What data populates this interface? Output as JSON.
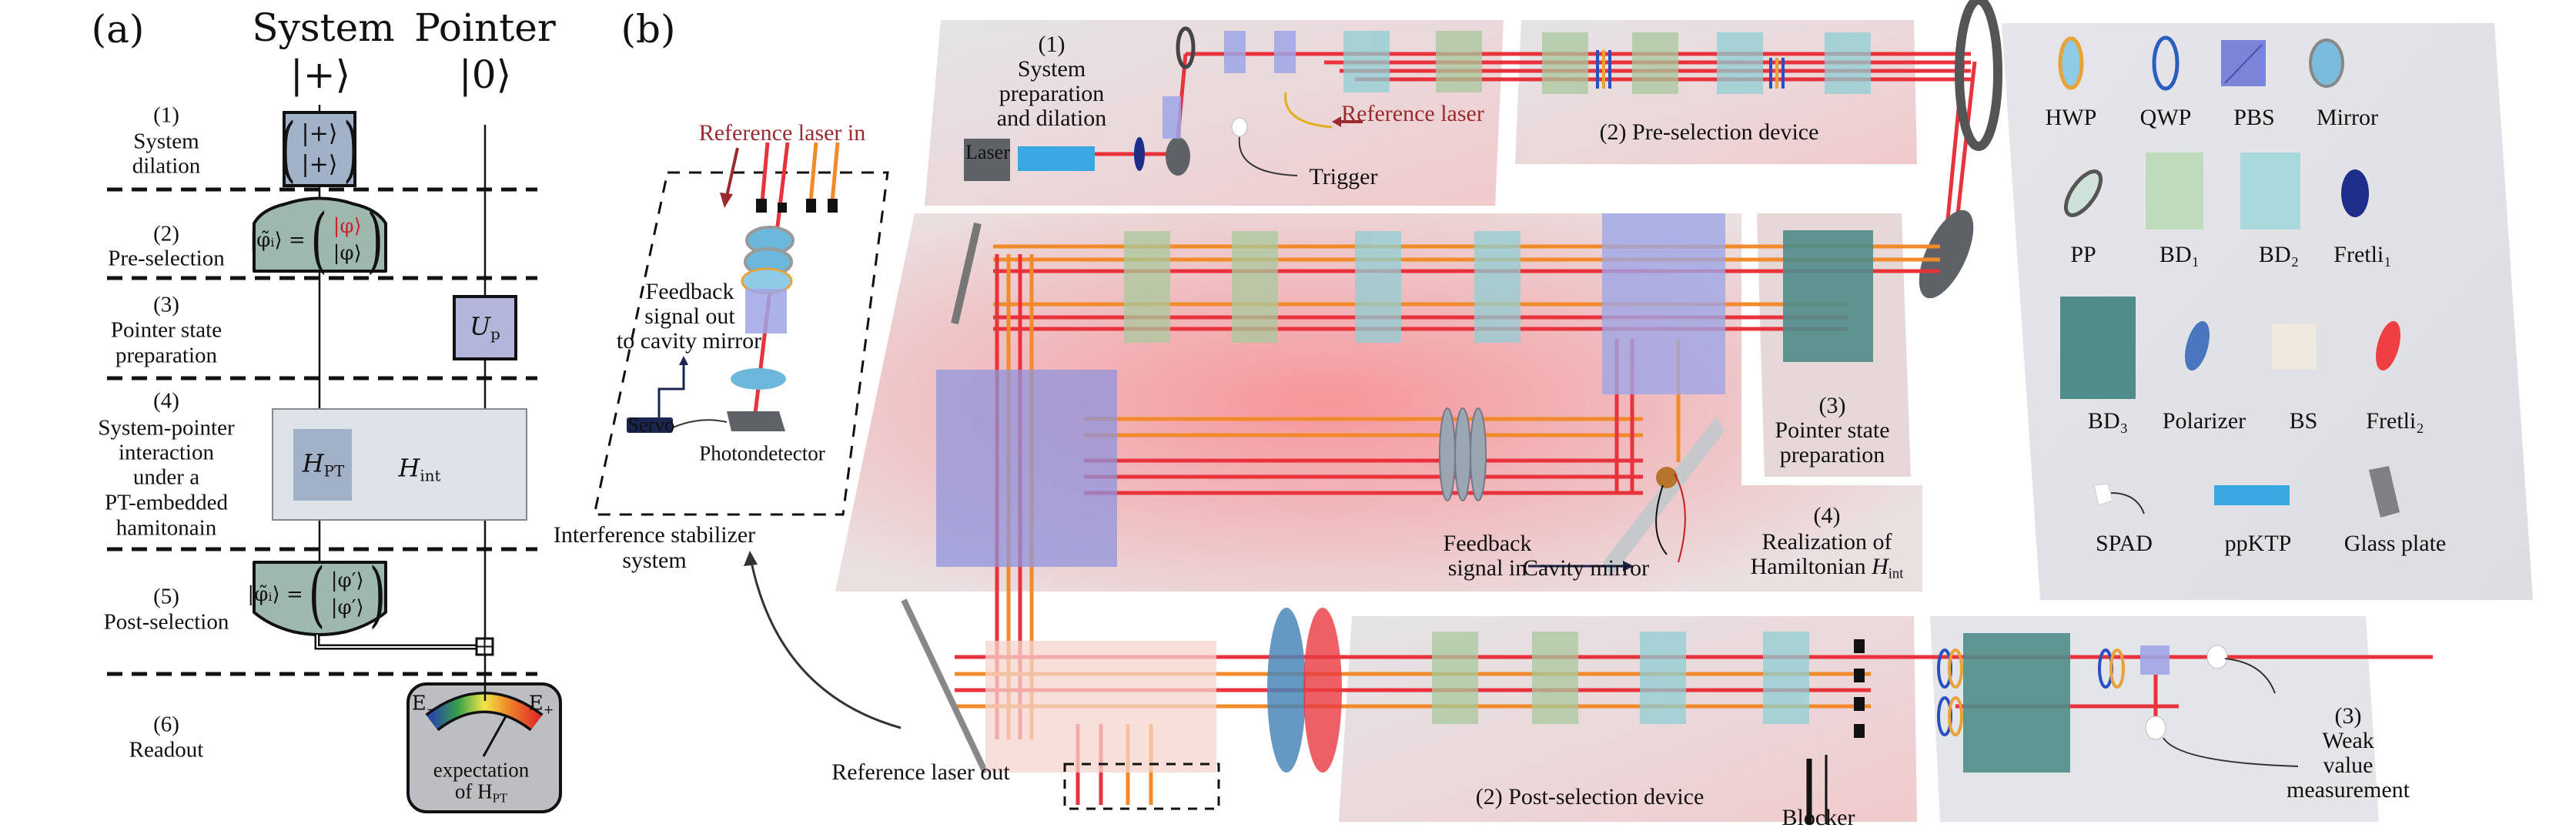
{
  "panel_a": {
    "label": "(a)",
    "columns": [
      {
        "title": "System",
        "ket": "|+⟩"
      },
      {
        "title": "Pointer",
        "ket": "|0⟩"
      }
    ],
    "steps": [
      {
        "num": "(1)",
        "lines": [
          "System",
          "dilation"
        ]
      },
      {
        "num": "(2)",
        "lines": [
          "Pre-selection"
        ]
      },
      {
        "num": "(3)",
        "lines": [
          "Pointer state",
          "preparation"
        ]
      },
      {
        "num": "(4)",
        "lines": [
          "System-pointer",
          "interaction",
          "under a",
          "PT-embedded",
          "hamitonain"
        ]
      },
      {
        "num": "(5)",
        "lines": [
          "Post-selection"
        ]
      },
      {
        "num": "(6)",
        "lines": [
          "Readout"
        ]
      }
    ],
    "gates": {
      "dilation": {
        "top": "|+⟩",
        "bottom": "|+⟩",
        "color": "#a1b1c8"
      },
      "preselection": {
        "lhs": "|φ̃ᵢ⟩ =",
        "top": "|φ⟩",
        "bottom": "|φ⟩",
        "top_color": "#d0202a",
        "color": "#9fb8ad"
      },
      "pointer_prep": {
        "symbol": "U",
        "sub": "p",
        "color": "#b3b6da"
      },
      "interaction": {
        "inner_symbol": "H",
        "inner_sub": "PT",
        "outer_symbol": "H",
        "outer_sub": "int",
        "inner_color": "#a1b1c8",
        "outer_color": "#dde3e8"
      },
      "postselection": {
        "lhs": "|φ̃ᵢ⟩ =",
        "top": "|φ′⟩",
        "bottom": "|φ′⟩",
        "color": "#9fb8ad"
      },
      "meter": {
        "left": "E",
        "left_sub": "−",
        "right": "E",
        "right_sub": "+",
        "caption_line1": "expectation",
        "caption_line2": "of H",
        "caption_sub": "PT",
        "color": "#bcbec2"
      }
    }
  },
  "panel_b": {
    "label": "(b)",
    "stabilizer": {
      "reference_in": "Reference laser in",
      "feedback_out": [
        "Feedback",
        "signal out",
        "to cavity mirror"
      ],
      "servo": "Servo",
      "photodetector": "Photondetector",
      "caption": [
        "Interference stabilizer",
        "system"
      ]
    },
    "reference_out": "Reference laser out",
    "system_prep": {
      "lines": [
        "(1)",
        "System",
        "preparation",
        "and dilation"
      ],
      "laser": "Laser",
      "trigger": "Trigger",
      "reference_laser": "Reference laser"
    },
    "preselection_device": "(2) Pre-selection device",
    "pointer_prep": [
      "(3)",
      "Pointer state",
      "preparation"
    ],
    "realization": {
      "lines": [
        "(4)",
        "Realization of"
      ],
      "hamiltonian": "Hamiltonian ",
      "symbol": "H",
      "sub": "int"
    },
    "feedback_in": [
      "Feedback",
      "signal in"
    ],
    "cavity_mirror": "Cavity mirror",
    "postselection_device": "(2) Post-selection device",
    "blocker": "Blocker",
    "weak_value": [
      "(3)",
      "Weak",
      "value",
      "measurement"
    ],
    "colors": {
      "red_beam": "#e8323c",
      "orange_beam": "#f08a2a"
    }
  },
  "legend": [
    {
      "label": "HWP",
      "icon": "hwp-icon"
    },
    {
      "label": "QWP",
      "icon": "qwp-icon"
    },
    {
      "label": "PBS",
      "icon": "pbs-icon"
    },
    {
      "label": "Mirror",
      "icon": "mirror-icon"
    },
    {
      "label": "PP",
      "icon": "pp-icon"
    },
    {
      "label": "BD₁",
      "icon": "bd1-icon"
    },
    {
      "label": "BD₂",
      "icon": "bd2-icon"
    },
    {
      "label": "Fretli₁",
      "icon": "fretli1-icon"
    },
    {
      "label": "BD₃",
      "icon": "bd3-icon"
    },
    {
      "label": "Polarizer",
      "icon": "polarizer-icon"
    },
    {
      "label": "BS",
      "icon": "bs-icon"
    },
    {
      "label": "Fretli₂",
      "icon": "fretli2-icon"
    },
    {
      "label": "SPAD",
      "icon": "spad-icon"
    },
    {
      "label": "ppKTP",
      "icon": "ppktp-icon"
    },
    {
      "label": "Glass plate",
      "icon": "glass-plate-icon"
    }
  ]
}
